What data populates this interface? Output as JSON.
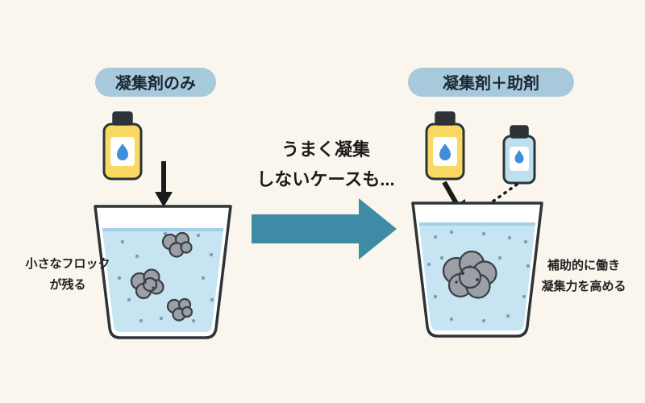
{
  "colors": {
    "background": "#FAF6ED",
    "badge_bg": "#A7C9DC",
    "bottle_yellow": "#F7D964",
    "bottle_blue": "#BDE0F1",
    "bottle_cap": "#2E3338",
    "droplet_blue": "#3E8EDB",
    "water": "#C7E4F3",
    "floc_gray": "#9AA0A6",
    "arrow_black": "#1A1A1A",
    "arrow_teal": "#3D8BA5"
  },
  "left_panel": {
    "badge_label": "凝集剤のみ",
    "caption_line1": "小さなフロック",
    "caption_line2": "が残る"
  },
  "center": {
    "note_line1": "うまく凝集",
    "note_line2": "しないケースも..."
  },
  "right_panel": {
    "badge_label": "凝集剤＋助剤",
    "caption_line1": "補助的に働き",
    "caption_line2": "凝集力を高める"
  },
  "icons": {
    "left_bottle": "coagulant-bottle-icon",
    "right_bottle_main": "coagulant-bottle-icon",
    "right_bottle_aid": "aid-bottle-icon",
    "droplet": "droplet-icon",
    "down_arrow": "down-arrow-icon",
    "transition_arrow": "right-arrow-icon",
    "dotted_arrow": "dotted-down-arrow-icon",
    "floc": "floc-cluster-icon"
  }
}
